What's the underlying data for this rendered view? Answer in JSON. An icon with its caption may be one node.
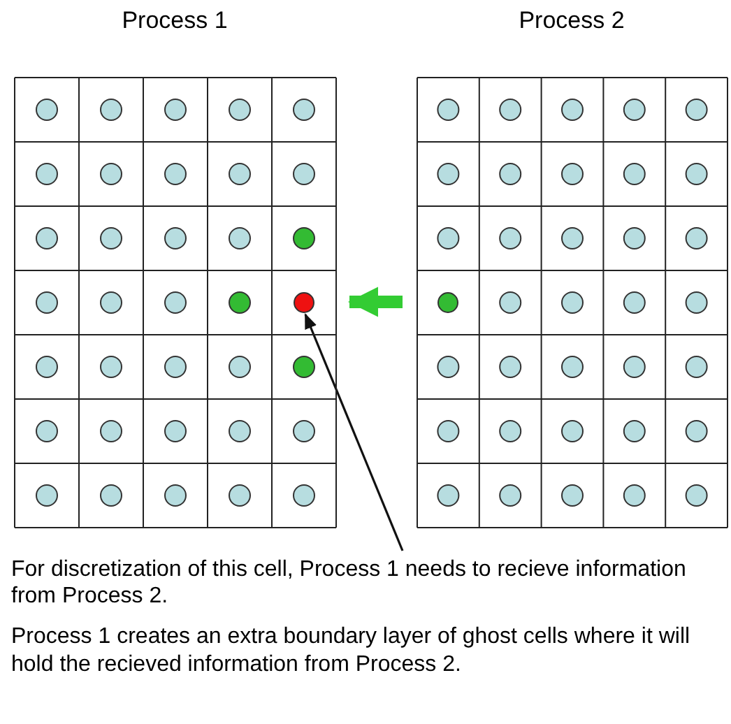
{
  "diagram": {
    "nodes": [
      {
        "text": [
          "Process 1"
        ]
      },
      {
        "text": [
          "Process 2"
        ]
      },
      {
        "text": [],
        "shape": "circle",
        "in": 0
      },
      {
        "text": [],
        "shape": "circle",
        "in": 1
      },
      {
        "text": [
          "For discretization of this cell, Process 1 needs to recieve information from Process 2."
        ]
      }
    ],
    "edges": [
      {
        "from": 1,
        "to": 0,
        "arrow": "to",
        "style": "thick",
        "color": "#33cc33"
      },
      {
        "from": 4,
        "to": 2,
        "arrow": "to",
        "color": "#111111"
      }
    ],
    "labels": [
      "Process 1 creates an extra boundary layer of ghost cells where it will hold the recieved information from Process 2."
    ]
  }
}
